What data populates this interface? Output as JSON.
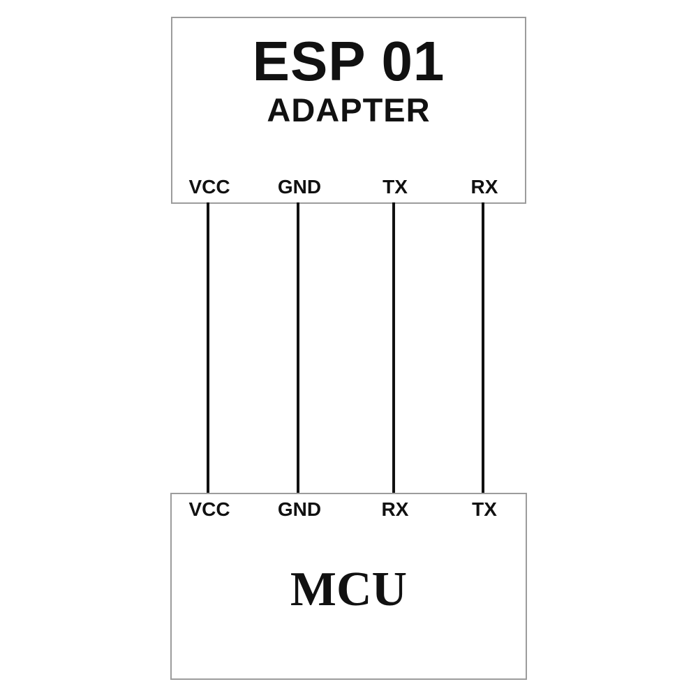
{
  "diagram": {
    "adapter": {
      "title": "ESP 01",
      "subtitle": "ADAPTER",
      "pins": [
        {
          "label": "VCC"
        },
        {
          "label": "GND"
        },
        {
          "label": "TX"
        },
        {
          "label": "RX"
        }
      ]
    },
    "mcu": {
      "title": "MCU",
      "pins": [
        {
          "label": "VCC"
        },
        {
          "label": "GND"
        },
        {
          "label": "RX"
        },
        {
          "label": "TX"
        }
      ]
    },
    "wires": [
      {
        "from": "VCC",
        "to": "VCC"
      },
      {
        "from": "GND",
        "to": "GND"
      },
      {
        "from": "TX",
        "to": "RX"
      },
      {
        "from": "RX",
        "to": "TX"
      }
    ],
    "colors": {
      "background": "#ffffff",
      "box_fill": "#ffffff",
      "box_border": "#9c9c9c",
      "wire": "#111111",
      "text": "#111111"
    }
  }
}
